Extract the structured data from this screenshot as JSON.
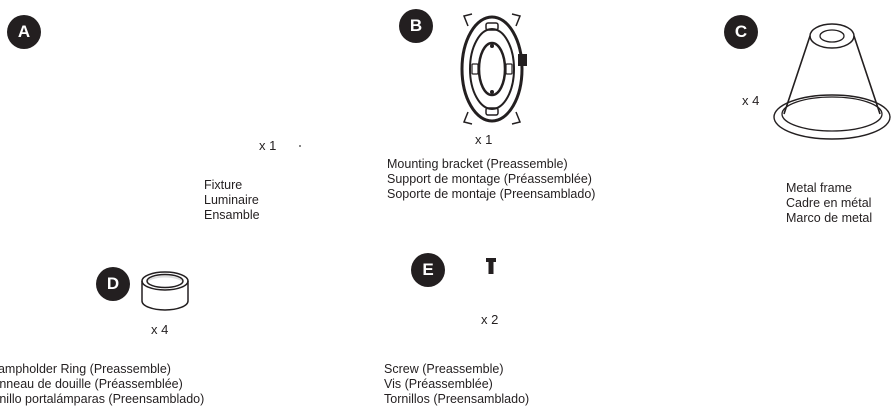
{
  "parts": {
    "A": {
      "letter": "A",
      "qty": "x 1",
      "labels": [
        "Fixture",
        "Luminaire",
        "Ensamble"
      ]
    },
    "B": {
      "letter": "B",
      "qty": "x 1",
      "labels": [
        "Mounting bracket  (Preassemble)",
        "Support de montage  (Préassemblée)",
        "Soporte de montaje  (Preensamblado)"
      ]
    },
    "C": {
      "letter": "C",
      "qty": "x 4",
      "labels": [
        "Metal frame",
        "Cadre en métal",
        "Marco de metal"
      ]
    },
    "D": {
      "letter": "D",
      "qty": "x 4",
      "labels": [
        "Lampholder Ring (Preassemble)",
        "Anneau de douille (Préassemblée)",
        "Anillo portalámparas (Preensamblado)"
      ]
    },
    "E": {
      "letter": "E",
      "qty": "x 2",
      "labels": [
        "Screw (Preassemble)",
        "Vis (Préassemblée)",
        "Tornillos (Preensamblado)"
      ]
    }
  },
  "colors": {
    "ink": "#231f20",
    "background": "#ffffff"
  },
  "icons": [
    "mounting-bracket-icon",
    "metal-frame-icon",
    "lampholder-ring-icon",
    "screw-icon"
  ]
}
